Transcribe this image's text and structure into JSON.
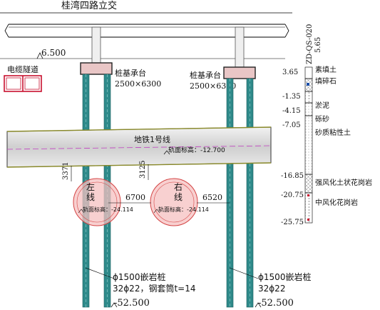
{
  "title": "桂湾四路立交",
  "road_elevation": "6.500",
  "cable_tunnel": "电缆隧道",
  "pile_caps": [
    {
      "label": "桩基承台",
      "size": "2500×6300"
    },
    {
      "label": "桩基承台",
      "size": "2500×6300"
    }
  ],
  "metro": {
    "label": "地铁1号线",
    "rail_level": "轨面标高：-12.700"
  },
  "tunnels": [
    {
      "label_1": "左",
      "label_2": "线",
      "rail_level": "轨面标高：-24.114",
      "clear_dist": "3371"
    },
    {
      "label_1": "右",
      "label_2": "线",
      "rail_level": "轨面标高：-24.114",
      "clear_dist": "3125"
    }
  ],
  "spacing": [
    "6700",
    "6520"
  ],
  "piles": [
    {
      "type": "ϕ1500嵌岩桩",
      "rebar": "32ϕ22，钢套筒t=14",
      "bottom": "-52.500"
    },
    {
      "type": "ϕ1500嵌岩桩",
      "rebar": "32ϕ22",
      "bottom": "-52.500"
    }
  ],
  "borehole": {
    "id": "ZD-QS-020",
    "top": "5.65",
    "layers": [
      {
        "elev": "3.65",
        "name": "素填土"
      },
      {
        "elev": "",
        "name": "填碎石"
      },
      {
        "elev": "-1.35",
        "name": ""
      },
      {
        "elev": "",
        "name": "淤泥"
      },
      {
        "elev": "-4.15",
        "name": "砾砂"
      },
      {
        "elev": "-7.05",
        "name": ""
      },
      {
        "elev": "",
        "name": "砂质粘性土"
      },
      {
        "elev": "-16.85",
        "name": ""
      },
      {
        "elev": "",
        "name": "强风化土状花岗岩"
      },
      {
        "elev": "-20.75",
        "name": ""
      },
      {
        "elev": "",
        "name": "中风化花岗岩"
      },
      {
        "elev": "-25.75",
        "name": ""
      }
    ]
  },
  "colors": {
    "pile": "#2c8c8c",
    "pile_dark": "#1d6b6b",
    "tunnel_fill": "#f3b6b6",
    "tunnel_stroke": "#d44444",
    "cap": "#e8c0c0",
    "metro": "#d8d8d8",
    "grid": "#000000"
  }
}
